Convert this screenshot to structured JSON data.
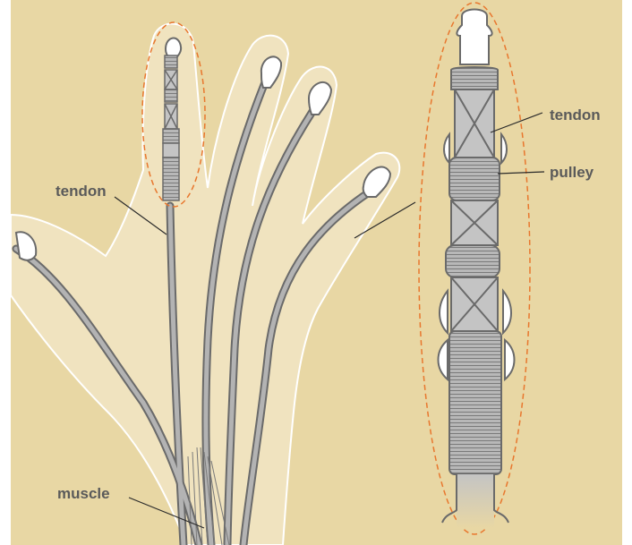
{
  "labels": {
    "tendon_hand": "tendon",
    "muscle": "muscle",
    "tendon_detail": "tendon",
    "pulley": "pulley"
  },
  "colors": {
    "background": "#e8d7a4",
    "hand_fill": "#f0e3bf",
    "tendon_fill": "#b3b3b3",
    "tendon_stroke": "#6a6a6a",
    "dashed_outline": "#e8772e",
    "label_text": "#5a5a5a"
  }
}
